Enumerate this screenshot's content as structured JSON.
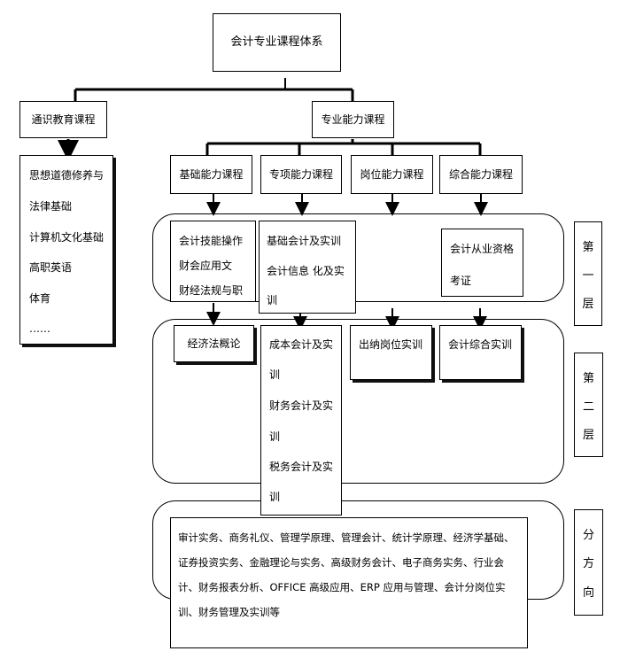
{
  "root": "会计专业课程体系",
  "general": {
    "title": "通识教育课程",
    "items": [
      "思想道德修养与",
      "法律基础",
      "计算机文化基础",
      "高职英语",
      "体育",
      "……"
    ]
  },
  "professional": {
    "title": "专业能力课程",
    "children": [
      "基础能力课程",
      "专项能力课程",
      "岗位能力课程",
      "综合能力课程"
    ]
  },
  "layer1": {
    "basic_box": [
      "会计技能操作",
      "财会应用文",
      "财经法规与职"
    ],
    "special_box": [
      "基础会计及实训",
      "会计信息 化及实",
      "训"
    ],
    "comprehensive_box": [
      "会计从业资格",
      "考证"
    ]
  },
  "layer2": {
    "basic_box": "经济法概论",
    "special_box": [
      "成本会计及实",
      "训",
      "财务会计及实",
      "训",
      "税务会计及实",
      "训"
    ],
    "position_box": "出纳岗位实训",
    "comprehensive_box": "会计综合实训"
  },
  "direction_box": "审计实务、商务礼仪、管理学原理、管理会计、统计学原理、经济学基础、证券投资实务、金融理论与实务、高级财务会计、电子商务实务、行业会计、财务报表分析、OFFICE 高级应用、ERP 应用与管理、会计分岗位实训、财务管理及实训等",
  "side_labels": {
    "layer1": [
      "第",
      "一",
      "层"
    ],
    "layer2": [
      "第",
      "二",
      "层"
    ],
    "direction": [
      "分",
      "方",
      "向"
    ]
  }
}
